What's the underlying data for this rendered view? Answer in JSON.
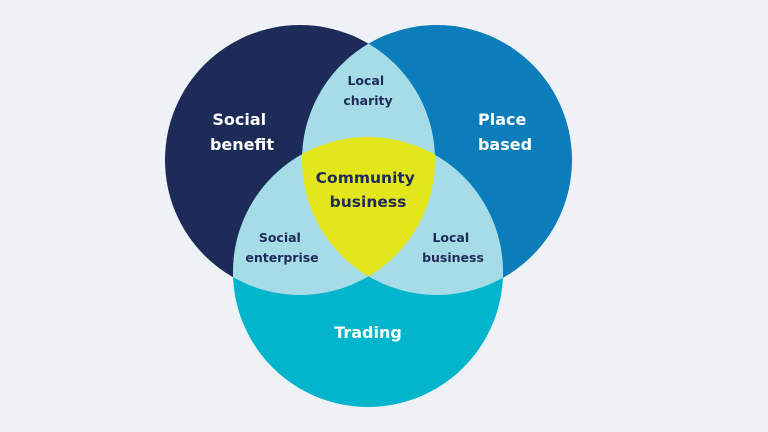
{
  "colors": {
    "background": "#eef2f6",
    "social_benefit": "#1d2b59",
    "place_based": "#0a7dba",
    "trading": "#00b5cc",
    "overlap": "#a6dbe8",
    "center": "#e3e61a",
    "text_light": "#ffffff",
    "text_dark": "#1d2b59"
  },
  "circles": {
    "social_benefit": {
      "line1": "Social",
      "line2": "benefit"
    },
    "place_based": {
      "line1": "Place",
      "line2": "based"
    },
    "trading": {
      "label": "Trading"
    }
  },
  "overlaps": {
    "local_charity": {
      "line1": "Local",
      "line2": "charity"
    },
    "social_enterprise": {
      "line1": "Social",
      "line2": "enterprise"
    },
    "local_business": {
      "line1": "Local",
      "line2": "business"
    }
  },
  "center": {
    "line1": "Community",
    "line2": "business"
  }
}
